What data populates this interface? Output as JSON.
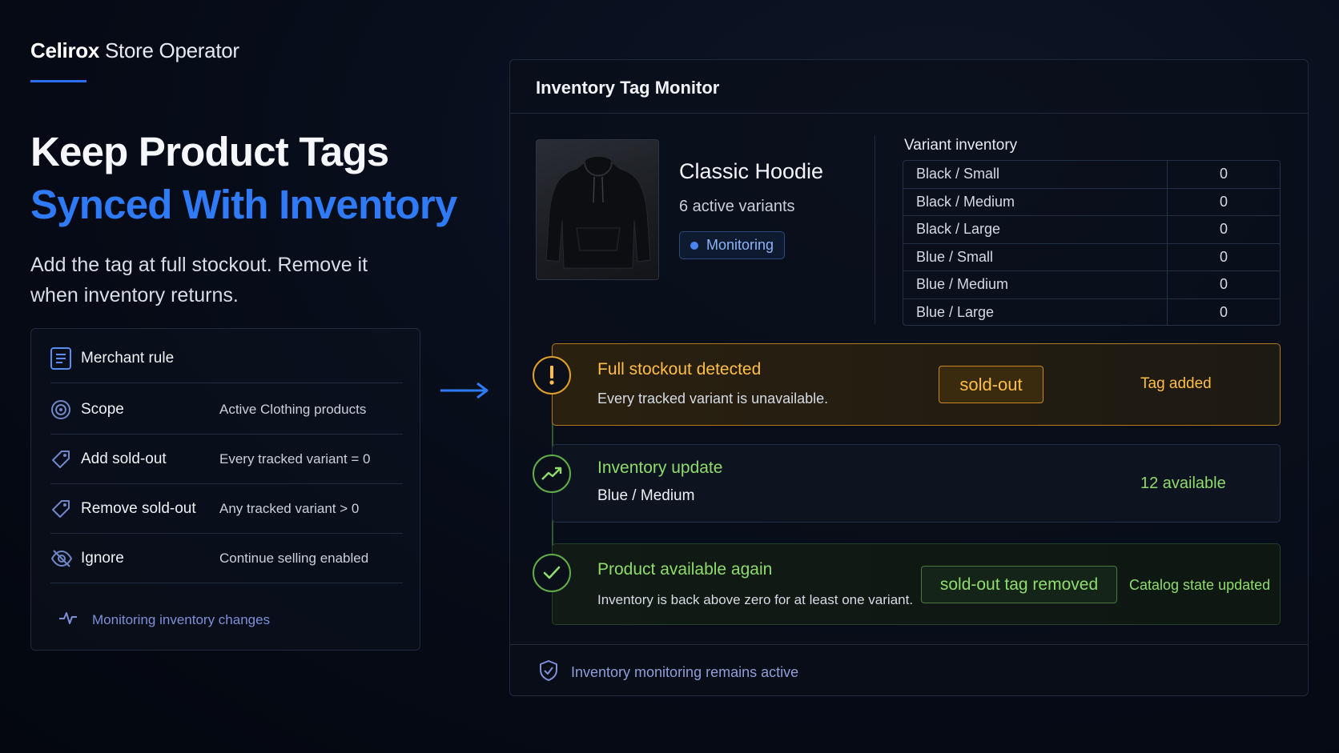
{
  "brand": {
    "name_bold": "Celirox",
    "name_rest": "Store Operator"
  },
  "hero": {
    "line1": "Keep Product Tags",
    "line2": "Synced With Inventory",
    "subtitle": "Add the tag at full stockout. Remove it when inventory returns."
  },
  "rule_card": {
    "header": "Merchant rule",
    "rows": [
      {
        "label": "Scope",
        "value": "Active Clothing products",
        "icon": "target-icon"
      },
      {
        "label": "Add sold-out",
        "value": "Every tracked variant = 0",
        "icon": "tag-icon"
      },
      {
        "label": "Remove sold-out",
        "value": "Any tracked variant > 0",
        "icon": "tag-icon"
      },
      {
        "label": "Ignore",
        "value": "Continue selling enabled",
        "icon": "eye-off-icon"
      }
    ],
    "footer": "Monitoring inventory changes"
  },
  "panel": {
    "title": "Inventory Tag Monitor",
    "product": {
      "name": "Classic Hoodie",
      "variants_text": "6 active variants",
      "status": "Monitoring"
    },
    "inventory": {
      "title": "Variant inventory",
      "rows": [
        {
          "variant": "Black / Small",
          "qty": "0"
        },
        {
          "variant": "Black / Medium",
          "qty": "0"
        },
        {
          "variant": "Black / Large",
          "qty": "0"
        },
        {
          "variant": "Blue / Small",
          "qty": "0"
        },
        {
          "variant": "Blue / Medium",
          "qty": "0"
        },
        {
          "variant": "Blue / Large",
          "qty": "0"
        }
      ]
    },
    "events": [
      {
        "title": "Full stockout detected",
        "desc": "Every tracked variant is unavailable.",
        "tag": "sold-out",
        "result": "Tag added"
      },
      {
        "title": "Inventory update",
        "desc": "Blue / Medium",
        "result": "12 available"
      },
      {
        "title": "Product available again",
        "desc": "Inventory is back above zero for at least one variant.",
        "tag": "sold-out tag removed",
        "result": "Catalog state updated"
      }
    ],
    "footer": "Inventory monitoring remains active"
  },
  "colors": {
    "accent_blue": "#2f7bf7",
    "warning_amber": "#ffbe45",
    "success_green": "#8fdc6d"
  }
}
